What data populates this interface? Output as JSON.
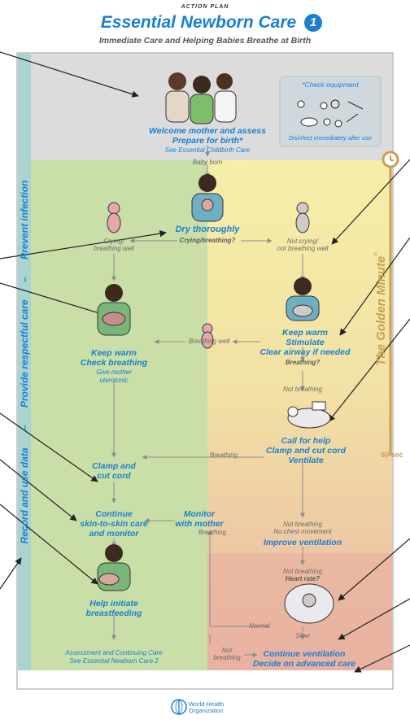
{
  "header": {
    "kicker": "ACTION PLAN",
    "title": "Essential Newborn Care",
    "badge": "1",
    "subtitle": "Immediate Care and Helping Babies Breathe at Birth"
  },
  "sidebar": {
    "items": [
      "Prevent infection",
      "–",
      "Provide respectful care",
      "–",
      "Record and use data"
    ]
  },
  "golden_minute": {
    "label": "The Golden Minute",
    "mark": "®",
    "time": "60 sec"
  },
  "equipment": {
    "title": "*Check equipment",
    "note": "Disinfect immediately after use"
  },
  "steps": {
    "welcome": [
      "Welcome mother and assess",
      "Prepare for birth*"
    ],
    "welcome_ref": "See Essential Childbirth Care",
    "baby_born": "Baby born",
    "dry": "Dry thoroughly",
    "crying_q": "Crying/breathing?",
    "crying_well": [
      "Crying/",
      "breathing well"
    ],
    "not_crying": [
      "Not crying/",
      "not breathing well"
    ],
    "keep_warm_check": [
      "Keep warm",
      "Check breathing"
    ],
    "give_mother": [
      "Give mother",
      "uterotonic"
    ],
    "stimulate": [
      "Keep warm",
      "Stimulate",
      "Clear airway if needed"
    ],
    "breathing_well": "Breathing well",
    "breathing_q": "Breathing?",
    "not_breathing_1": "Not breathing",
    "call_help": [
      "Call for help",
      "Clamp and cut cord",
      "Ventilate"
    ],
    "breathing_1": "Breathing",
    "clamp": [
      "Clamp and",
      "cut cord"
    ],
    "continue_skin": [
      "Continue",
      "skin-to-skin care",
      "and monitor"
    ],
    "monitor_mother": [
      "Monitor",
      "with mother"
    ],
    "breathing_2": "Breathing",
    "not_breathing_chest": [
      "Not breathing",
      "No chest movement"
    ],
    "improve_vent": "Improve ventilation",
    "not_breathing_hr": [
      "Not breathing",
      "Heart rate?"
    ],
    "normal": "Normal",
    "slow": "Slow",
    "help_breastfeed": [
      "Help initiate",
      "breastfeeding"
    ],
    "assessment": [
      "Assessment and Continuing Care",
      "See Essential Newborn Care 2"
    ],
    "not_breathing_3": [
      "Not",
      "breathing"
    ],
    "continue_vent": [
      "Continue ventilation",
      "Decide on advanced care"
    ]
  },
  "footer": {
    "org": [
      "World Health",
      "Organization"
    ]
  },
  "colors": {
    "grey_zone": "#dcdcdc",
    "green_zone": "#c8dfa6",
    "yellow_zone": "#f3edaa",
    "red_zone": "#ecb4a6",
    "sidebar": "#a8d3cf",
    "accent_blue": "#1a7fd0",
    "golden": "#c8a052"
  }
}
